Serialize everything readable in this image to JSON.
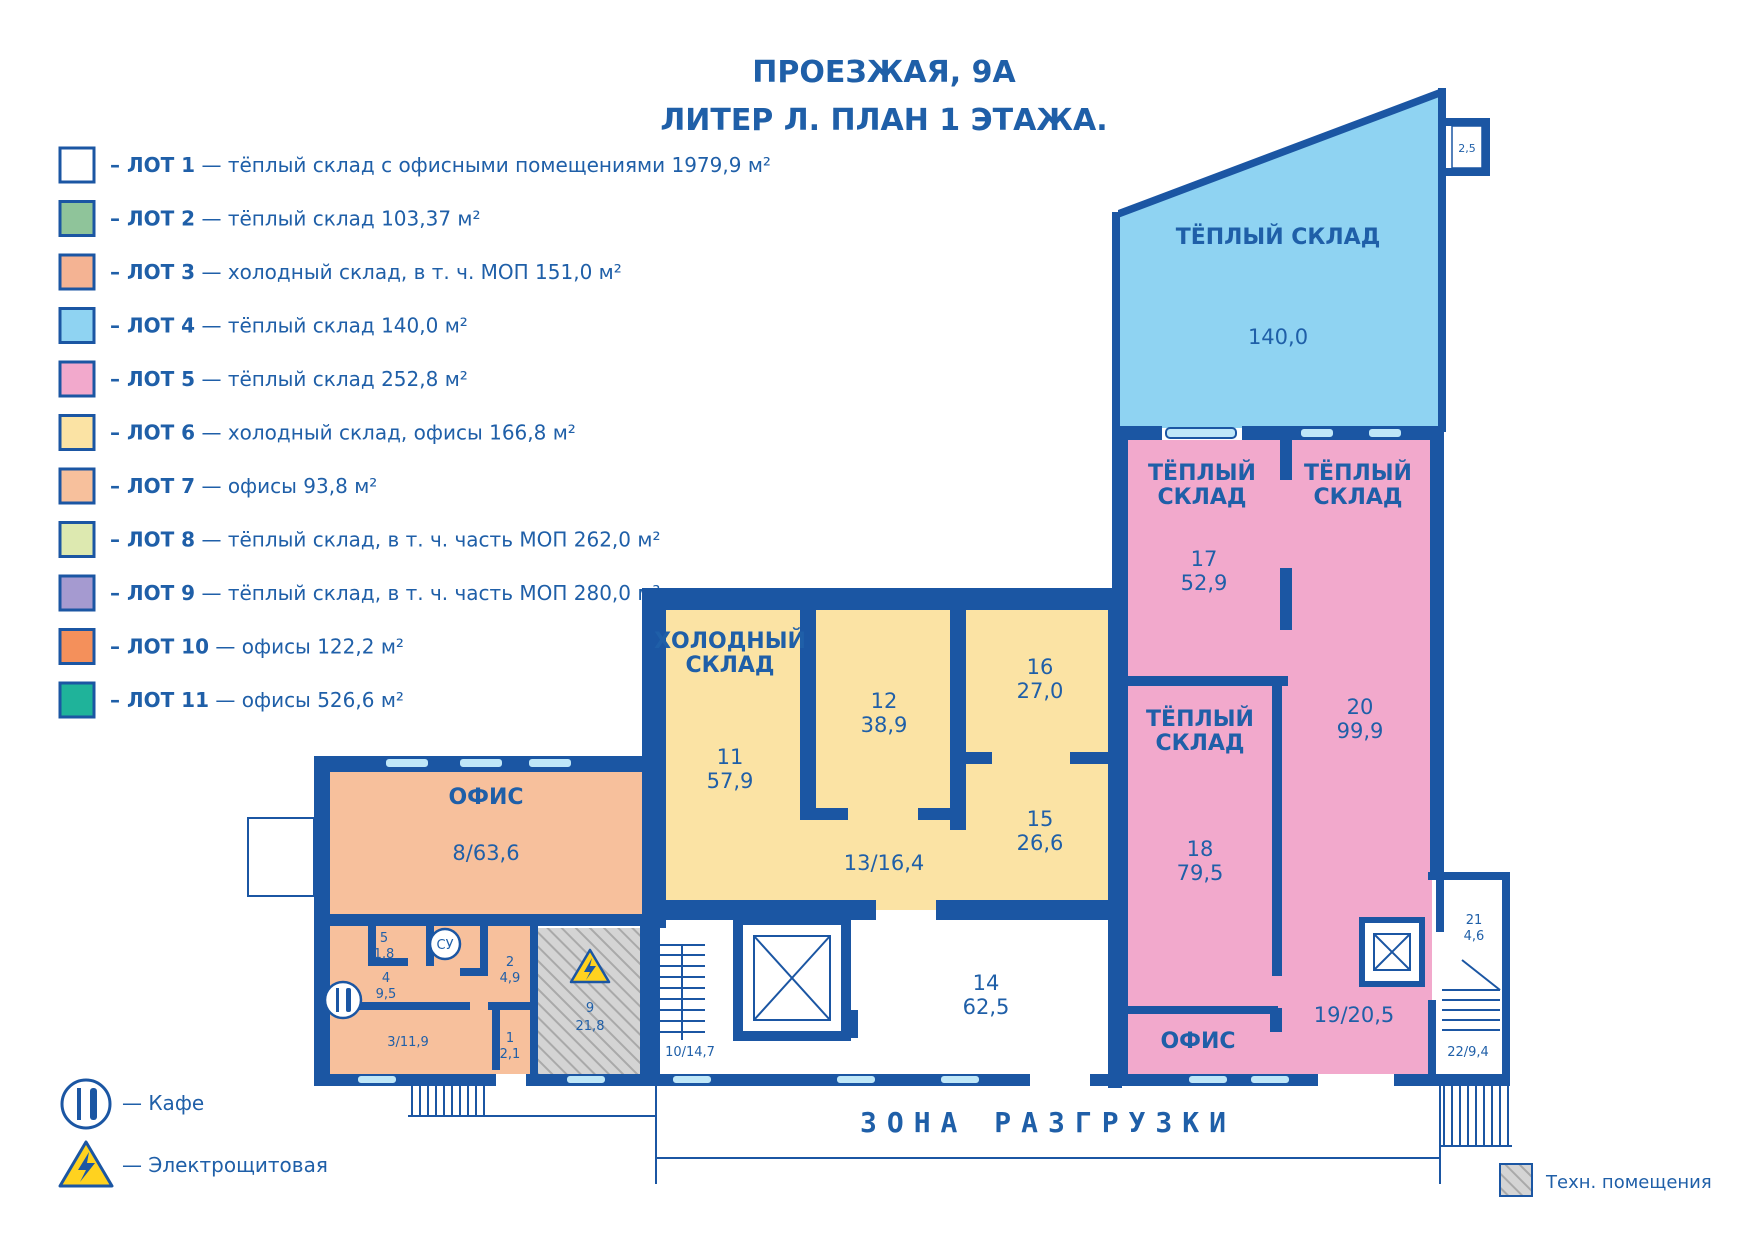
{
  "title": {
    "line1": "ПРОЕЗЖАЯ, 9А",
    "line2": "ЛИТЕР Л. ПЛАН 1 ЭТАЖА."
  },
  "legend": [
    {
      "lot": "– ЛОТ 1",
      "desc": " — тёплый склад с офисными помещениями 1979,9 м²",
      "color": "#ffffff"
    },
    {
      "lot": "– ЛОТ 2",
      "desc": " — тёплый склад 103,37 м²",
      "color": "#8fc49a"
    },
    {
      "lot": "– ЛОТ 3",
      "desc": " — холодный склад, в т. ч. МОП 151,0 м²",
      "color": "#f4b393"
    },
    {
      "lot": "– ЛОТ 4",
      "desc": " — тёплый склад 140,0 м²",
      "color": "#8fd3f2"
    },
    {
      "lot": "– ЛОТ 5",
      "desc": " — тёплый склад 252,8 м²",
      "color": "#f2a9cc"
    },
    {
      "lot": "– ЛОТ 6",
      "desc": " — холодный склад, офисы 166,8 м²",
      "color": "#fbe3a4"
    },
    {
      "lot": "– ЛОТ 7",
      "desc": " — офисы 93,8 м²",
      "color": "#f7c09c"
    },
    {
      "lot": "– ЛОТ 8",
      "desc": " — тёплый склад, в т. ч. часть МОП 262,0 м²",
      "color": "#dde9b0"
    },
    {
      "lot": "– ЛОТ 9",
      "desc": " — тёплый склад, в т. ч. часть МОП 280,0 м²",
      "color": "#a59ad0"
    },
    {
      "lot": "– ЛОТ 10",
      "desc": " — офисы 122,2 м²",
      "color": "#f4905b"
    },
    {
      "lot": "– ЛОТ 11",
      "desc": " — офисы 526,6 м²",
      "color": "#1fb39a"
    }
  ],
  "icons_legend": {
    "cafe": "— Кафе",
    "electrical": "— Электрощитовая",
    "tech": "Техн. помещения"
  },
  "rooms": {
    "warm_top_title": "ТЁПЛЫЙ СКЛАД",
    "warm_top_area": "140,0",
    "stair_small": "2,5",
    "warm_a_title1": "ТЁПЛЫЙ",
    "warm_a_title2": "СКЛАД",
    "warm_b_title1": "ТЁПЛЫЙ",
    "warm_b_title2": "СКЛАД",
    "r17_num": "17",
    "r17_area": "52,9",
    "r20_num": "20",
    "r20_area": "99,9",
    "warm_c_title1": "ТЁПЛЫЙ",
    "warm_c_title2": "СКЛАД",
    "r18_num": "18",
    "r18_area": "79,5",
    "office_right": "ОФИС",
    "r19": "19/20,5",
    "r21_num": "21",
    "r21_area": "4,6",
    "r22": "22/9,4",
    "cold_title1": "ХОЛОДНЫЙ",
    "cold_title2": "СКЛАД",
    "r11_num": "11",
    "r11_area": "57,9",
    "r12_num": "12",
    "r12_area": "38,9",
    "r16_num": "16",
    "r16_area": "27,0",
    "r15_num": "15",
    "r15_area": "26,6",
    "r13": "13/16,4",
    "r14_num": "14",
    "r14_area": "62,5",
    "r10": "10/14,7",
    "office_left": "ОФИС",
    "r8": "8/63,6",
    "r5_num": "5",
    "r5_area": "1,8",
    "su": "СУ",
    "r2_num": "2",
    "r2_area": "4,9",
    "r4_num": "4",
    "r4_area": "9,5",
    "r3": "3/11,9",
    "r1_num": "1",
    "r1_area": "2,1",
    "r9_num": "9",
    "r9_area": "21,8"
  },
  "zone_label": "ЗОНА РАЗГРУЗКИ",
  "colors": {
    "wall": "#1b56a3",
    "text": "#1f5fa8",
    "lot4": "#8fd3f2",
    "lot5": "#f2a9cc",
    "lot6": "#fbe3a4",
    "lot7": "#f7c09c",
    "window": "#bfe7f8",
    "tech": "#c8c8c8",
    "bolt": "#ffd21f"
  }
}
